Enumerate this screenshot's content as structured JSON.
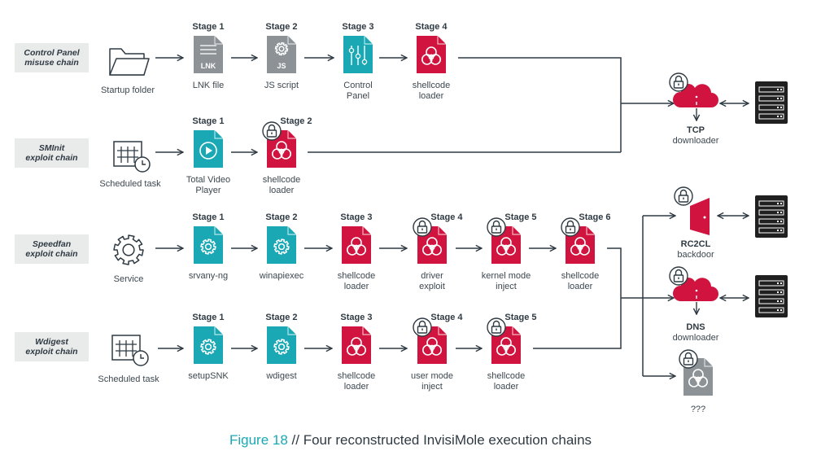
{
  "colors": {
    "teal": "#1aa8b5",
    "red": "#d1143f",
    "gray": "#8c9296",
    "dark": "#2f3a43",
    "server": "#202020"
  },
  "chains": [
    {
      "label": "Control Panel\nmisuse chain"
    },
    {
      "label": "SMInit\nexploit chain"
    },
    {
      "label": "Speedfan\nexploit chain"
    },
    {
      "label": "Wdigest\nexploit chain"
    }
  ],
  "nodes": {
    "startup_folder": {
      "label": [
        "Startup folder"
      ],
      "icon": "folder-icon"
    },
    "lnk_file": {
      "stage": "Stage 1",
      "label": [
        "LNK file"
      ],
      "icon": "lnk-file-icon",
      "badge": "LNK"
    },
    "js_script": {
      "stage": "Stage 2",
      "label": [
        "JS script"
      ],
      "icon": "js-file-icon",
      "badge": "JS"
    },
    "control_panel": {
      "stage": "Stage 3",
      "label": [
        "Control",
        "Panel"
      ],
      "icon": "sliders-file-icon"
    },
    "cp_loader": {
      "stage": "Stage 4",
      "label": [
        "shellcode",
        "loader"
      ],
      "icon": "biohazard-file-icon"
    },
    "sched_task_1": {
      "label": [
        "Scheduled task"
      ],
      "icon": "scheduled-task-icon"
    },
    "tvp": {
      "stage": "Stage 1",
      "label": [
        "Total Video",
        "Player"
      ],
      "icon": "play-file-icon"
    },
    "sm_loader": {
      "stage": "Stage 2",
      "label": [
        "shellcode",
        "loader"
      ],
      "icon": "locked-biohazard-file-icon"
    },
    "service": {
      "label": [
        "Service"
      ],
      "icon": "gear-icon"
    },
    "srvany": {
      "stage": "Stage 1",
      "label": [
        "srvany-ng"
      ],
      "icon": "gear-file-icon"
    },
    "winapiexec": {
      "stage": "Stage 2",
      "label": [
        "winapiexec"
      ],
      "icon": "gear-file-icon"
    },
    "sf_loader": {
      "stage": "Stage 3",
      "label": [
        "shellcode",
        "loader"
      ],
      "icon": "biohazard-file-icon"
    },
    "driver_exploit": {
      "stage": "Stage 4",
      "label": [
        "driver",
        "exploit"
      ],
      "icon": "locked-biohazard-file-icon"
    },
    "kernel_inject": {
      "stage": "Stage 5",
      "label": [
        "kernel mode",
        "inject"
      ],
      "icon": "locked-biohazard-file-icon"
    },
    "sf_loader2": {
      "stage": "Stage 6",
      "label": [
        "shellcode",
        "loader"
      ],
      "icon": "locked-biohazard-file-icon"
    },
    "sched_task_2": {
      "label": [
        "Scheduled task"
      ],
      "icon": "scheduled-task-icon"
    },
    "setupsnk": {
      "stage": "Stage 1",
      "label": [
        "setupSNK"
      ],
      "icon": "gear-file-icon"
    },
    "wdigest": {
      "stage": "Stage 2",
      "label": [
        "wdigest"
      ],
      "icon": "gear-file-icon"
    },
    "wd_loader": {
      "stage": "Stage 3",
      "label": [
        "shellcode",
        "loader"
      ],
      "icon": "biohazard-file-icon"
    },
    "user_inject": {
      "stage": "Stage 4",
      "label": [
        "user mode",
        "inject"
      ],
      "icon": "locked-biohazard-file-icon"
    },
    "wd_loader2": {
      "stage": "Stage 5",
      "label": [
        "shellcode",
        "loader"
      ],
      "icon": "locked-biohazard-file-icon"
    },
    "tcp": {
      "label_bold": "TCP",
      "label": "downloader",
      "icon": "locked-cloud-icon"
    },
    "rc2cl": {
      "label_bold": "RC2CL",
      "label": "backdoor",
      "icon": "locked-door-icon"
    },
    "dns": {
      "label_bold": "DNS",
      "label": "downloader",
      "icon": "locked-cloud-icon"
    },
    "unknown": {
      "label": "???",
      "icon": "locked-gray-biohazard-file-icon"
    }
  },
  "caption": {
    "figure": "Figure 18",
    "text": " // Four reconstructed InvisiMole execution chains"
  }
}
